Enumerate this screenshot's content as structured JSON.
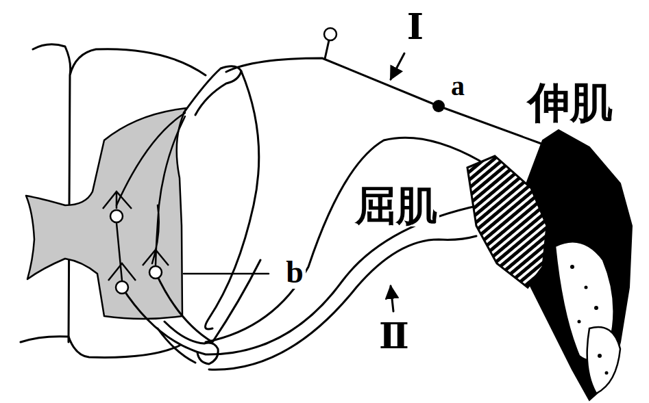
{
  "diagram": {
    "labels": [
      "Ⅰ",
      "a",
      "伸肌",
      "屈肌",
      "b",
      "Ⅱ"
    ]
  }
}
